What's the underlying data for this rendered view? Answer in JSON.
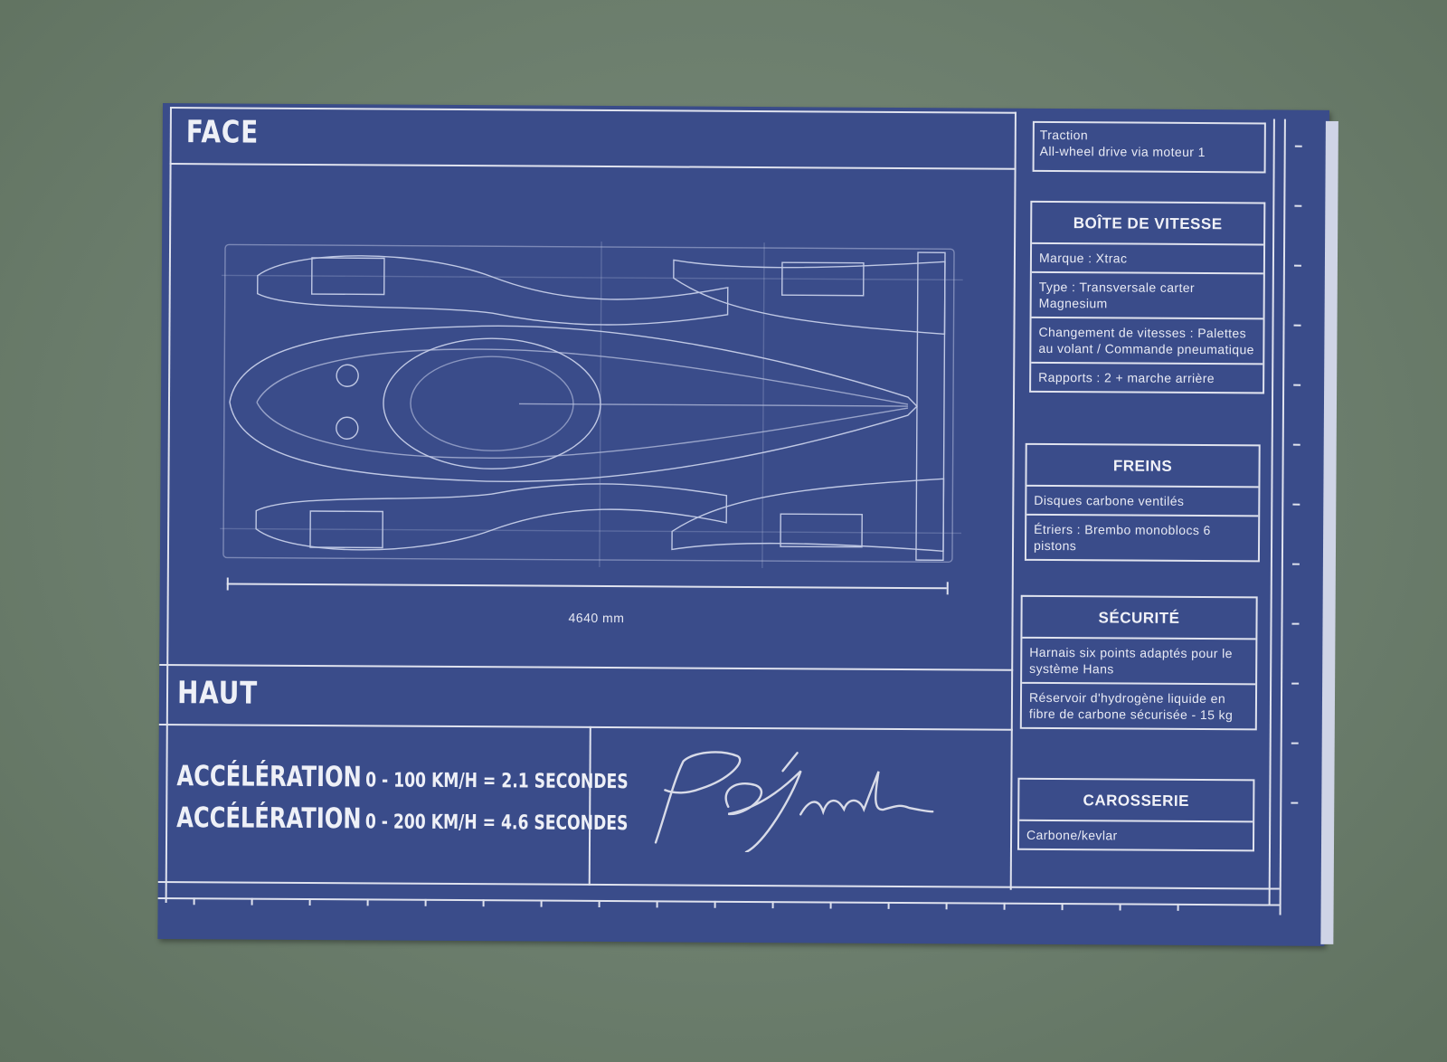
{
  "sheet": {
    "top_view_label": "FACE",
    "side_view_label": "HAUT",
    "dimension_label": "4640 mm",
    "signature": "PGraton",
    "colors": {
      "blueprint": "#3a4c8a",
      "lines": "#dfe2ee",
      "table": "#6f8270"
    }
  },
  "acceleration": [
    {
      "label": "ACCÉLÉRATION",
      "detail": "0 - 100 KM/H = 2.1 SECONDES"
    },
    {
      "label": "ACCÉLÉRATION",
      "detail": "0 - 200 KM/H = 4.6 SECONDES"
    }
  ],
  "specs": {
    "traction": {
      "rows": [
        "Traction",
        "All-wheel drive via moteur 1"
      ]
    },
    "gearbox": {
      "title": "BOÎTE DE VITESSE",
      "rows": [
        "Marque : Xtrac",
        "Type : Transversale carter Magnesium",
        "Changement de vitesses : Palettes au volant / Commande pneumatique",
        "Rapports : 2 + marche arrière"
      ]
    },
    "brakes": {
      "title": "FREINS",
      "rows": [
        "Disques carbone ventilés",
        "Étriers : Brembo monoblocs 6 pistons"
      ]
    },
    "safety": {
      "title": "SÉCURITÉ",
      "rows": [
        "Harnais six points adaptés pour le système Hans",
        "Réservoir d'hydrogène liquide en fibre de carbone sécurisée - 15 kg"
      ]
    },
    "body": {
      "title": "CAROSSERIE",
      "rows": [
        "Carbone/kevlar"
      ]
    }
  }
}
